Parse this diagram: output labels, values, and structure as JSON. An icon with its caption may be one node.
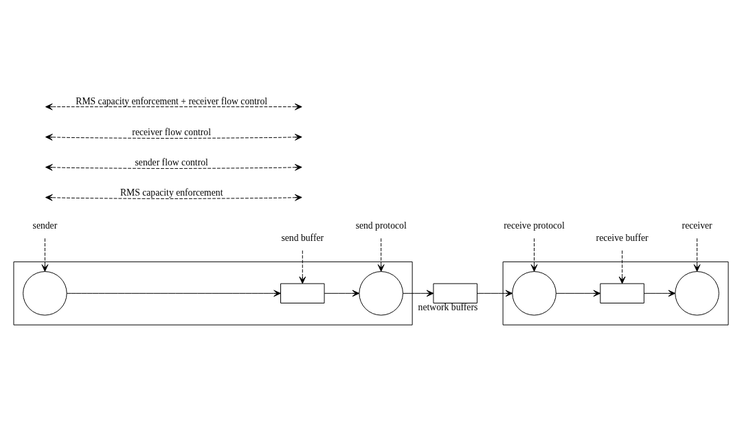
{
  "diagram": {
    "nodes": [
      {
        "text": [],
        "shape": "box"
      },
      {
        "text": [],
        "shape": "circle",
        "in": 0
      },
      {
        "text": [],
        "shape": "box",
        "in": 0
      },
      {
        "text": [],
        "shape": "circle",
        "in": 0
      },
      {
        "text": [],
        "shape": "box",
        "beside": [
          "network buffers"
        ]
      },
      {
        "text": [],
        "shape": "box"
      },
      {
        "text": [],
        "shape": "circle",
        "in": 5
      },
      {
        "text": [],
        "shape": "box",
        "in": 5
      },
      {
        "text": [],
        "shape": "circle",
        "in": 5
      },
      {
        "text": [
          "sender"
        ]
      },
      {
        "text": [
          "send buffer"
        ]
      },
      {
        "text": [
          "send protocol"
        ]
      },
      {
        "text": [
          "receive protocol"
        ]
      },
      {
        "text": [
          "receive buffer"
        ]
      },
      {
        "text": [
          "receiver"
        ]
      }
    ],
    "edges": [
      {
        "from": 1,
        "to": 2,
        "arrow": "to"
      },
      {
        "from": 2,
        "to": 3,
        "arrow": "to"
      },
      {
        "from": 3,
        "to": 4,
        "arrow": "to"
      },
      {
        "from": 4,
        "to": 6,
        "arrow": "to"
      },
      {
        "from": 6,
        "to": 7,
        "arrow": "to"
      },
      {
        "from": 7,
        "to": 8,
        "arrow": "to"
      },
      {
        "from": 9,
        "to": 1,
        "arrow": "to",
        "style": "dashed"
      },
      {
        "from": 10,
        "to": 2,
        "arrow": "to",
        "style": "dashed"
      },
      {
        "from": 11,
        "to": 3,
        "arrow": "to",
        "style": "dashed"
      },
      {
        "from": 12,
        "to": 6,
        "arrow": "to",
        "style": "dashed"
      },
      {
        "from": 13,
        "to": 7,
        "arrow": "to",
        "style": "dashed"
      },
      {
        "from": 14,
        "to": 8,
        "arrow": "to",
        "style": "dashed"
      }
    ],
    "labels": [
      "RMS capacity enforcement",
      "sender flow control",
      "receiver flow control",
      "RMS capacity enforcement + receiver flow control"
    ]
  }
}
